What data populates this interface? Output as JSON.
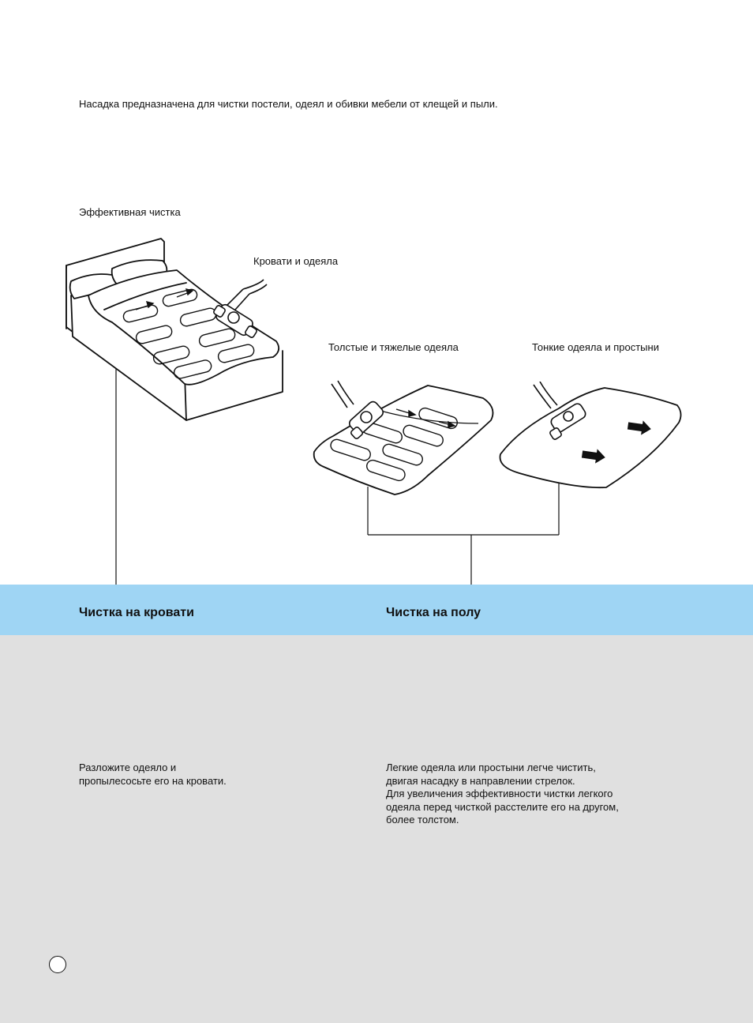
{
  "intro": "Насадка предназначена для чистки постели, одеял и обивки мебели от клещей и пыли.",
  "section_title": "Эффективная чистка",
  "labels": {
    "bed": "Кровати и одеяла",
    "thick": "Толстые и тяжелые одеяла",
    "thin": "Тонкие одеяла и простыни"
  },
  "columns": {
    "bed": {
      "heading": "Чистка на кровати",
      "lines": [
        "Разложите одеяло и",
        "пропылесосьте его на кровати."
      ]
    },
    "floor": {
      "heading": "Чистка на полу",
      "lines": [
        "Легкие одеяла или простыни легче чистить,",
        "двигая насадку в направлении стрелок.",
        "Для увеличения эффективности чистки легкого",
        "одеяла перед чисткой расстелите его на другом,",
        "более толстом."
      ]
    }
  },
  "colors": {
    "header_band": "#9fd5f4",
    "body_band": "#e0e0e0"
  }
}
